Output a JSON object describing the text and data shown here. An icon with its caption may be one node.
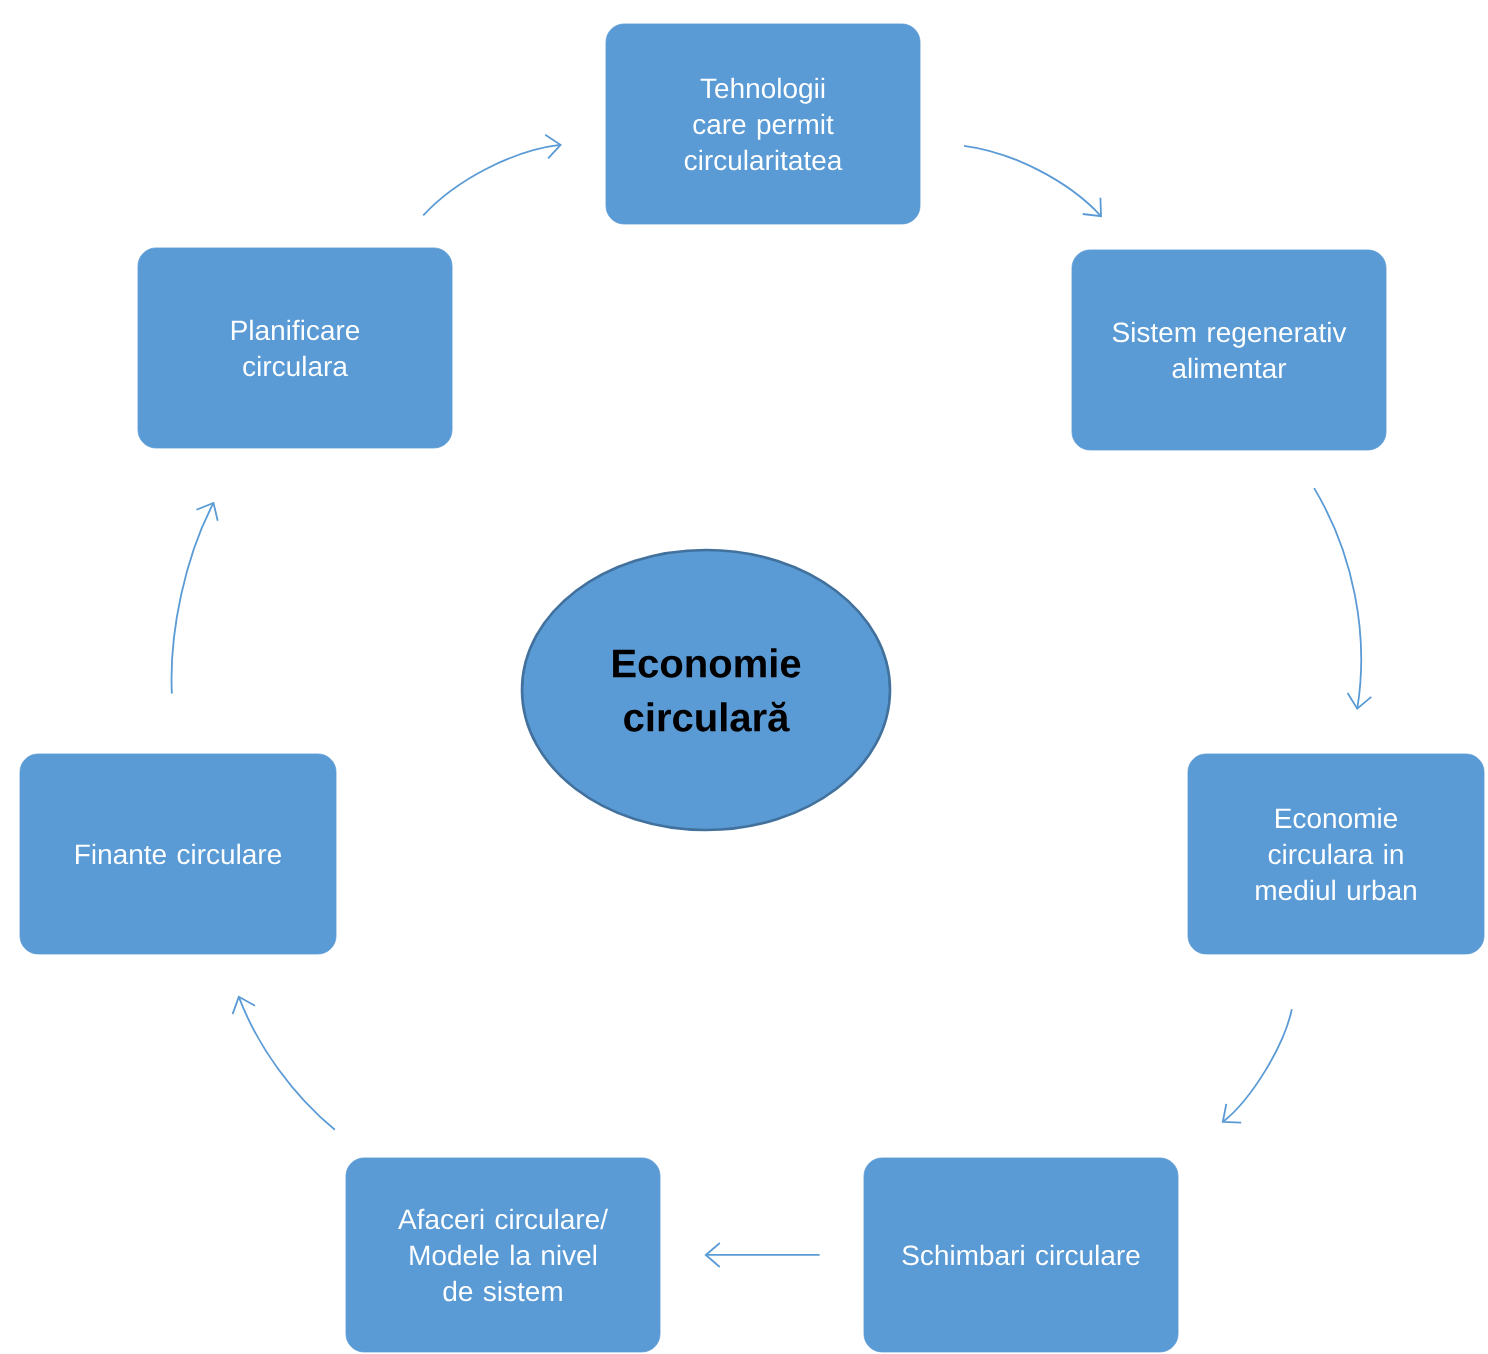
{
  "diagram": {
    "nodes": [
      {
        "text": [
          "Tehnologii care permit circularitatea"
        ]
      },
      {
        "text": [
          "Sistem regenerativ alimentar"
        ]
      },
      {
        "text": [
          "Economie circulara in mediul urban"
        ]
      },
      {
        "text": [
          "Schimbari circulare"
        ]
      },
      {
        "text": [
          "Afaceri circulare/ Modele la nivel de sistem"
        ]
      },
      {
        "text": [
          "Finante circulare"
        ]
      },
      {
        "text": [
          "Planificare circulara"
        ]
      },
      {
        "text": [
          "Economie circulară"
        ]
      }
    ],
    "edges": [
      {
        "from": 0,
        "to": 1,
        "arrow": "to"
      },
      {
        "from": 1,
        "to": 2,
        "arrow": "to"
      },
      {
        "from": 2,
        "to": 3,
        "arrow": "to"
      },
      {
        "from": 3,
        "to": 4,
        "arrow": "to"
      },
      {
        "from": 4,
        "to": 5,
        "arrow": "to"
      },
      {
        "from": 5,
        "to": 6,
        "arrow": "to"
      },
      {
        "from": 6,
        "to": 0,
        "arrow": "to"
      }
    ]
  }
}
